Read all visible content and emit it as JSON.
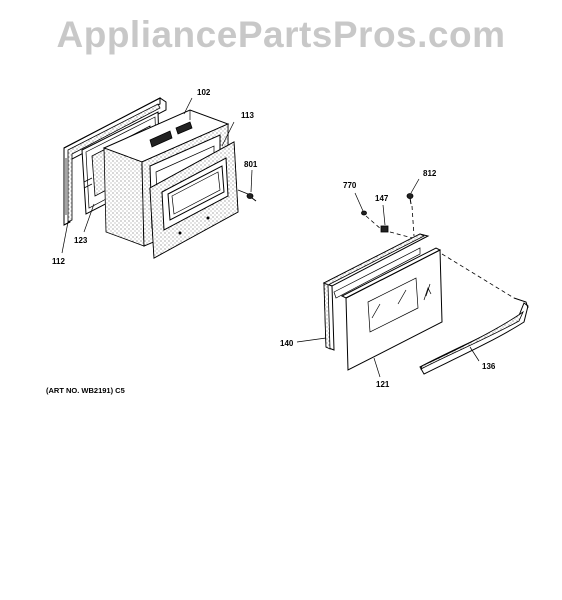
{
  "watermark": "AppliancePartsPros.com",
  "art_number": "(ART NO. WB2191) C5",
  "callouts": {
    "p102": "102",
    "p113": "113",
    "p801": "801",
    "p123": "123",
    "p112": "112",
    "p770": "770",
    "p147": "147",
    "p812": "812",
    "p140": "140",
    "p121": "121",
    "p136": "136"
  }
}
